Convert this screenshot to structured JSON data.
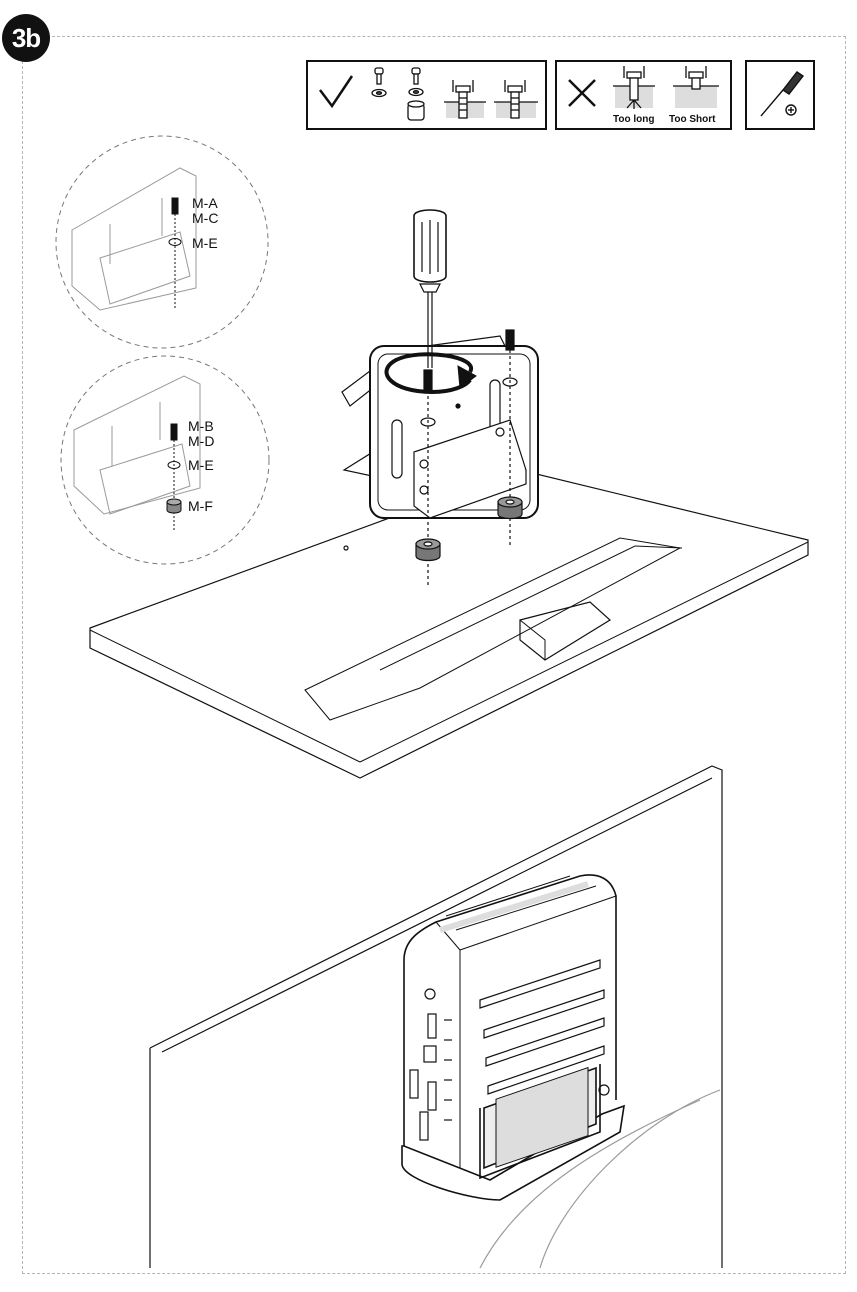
{
  "step": {
    "badge": "3b"
  },
  "legend": {
    "correct": {
      "mark": "check-icon",
      "items": [
        "screw-with-washer",
        "screw-with-washer-and-spacer",
        "screw-correct-length",
        "screw-correct-length"
      ]
    },
    "incorrect": {
      "mark": "cross-icon",
      "too_long_label": "Too long",
      "too_short_label": "Too Short"
    },
    "tool": {
      "icon": "phillips-screwdriver-icon",
      "symbol": "⊕"
    }
  },
  "callout_top": {
    "labels": [
      "M-A",
      "M-C",
      "M-E"
    ]
  },
  "callout_bottom": {
    "labels": [
      "M-B",
      "M-D",
      "M-E",
      "M-F"
    ]
  },
  "colors": {
    "line": "#111111",
    "frame": "#b5b5b5",
    "light_line": "#9a9a9a"
  }
}
